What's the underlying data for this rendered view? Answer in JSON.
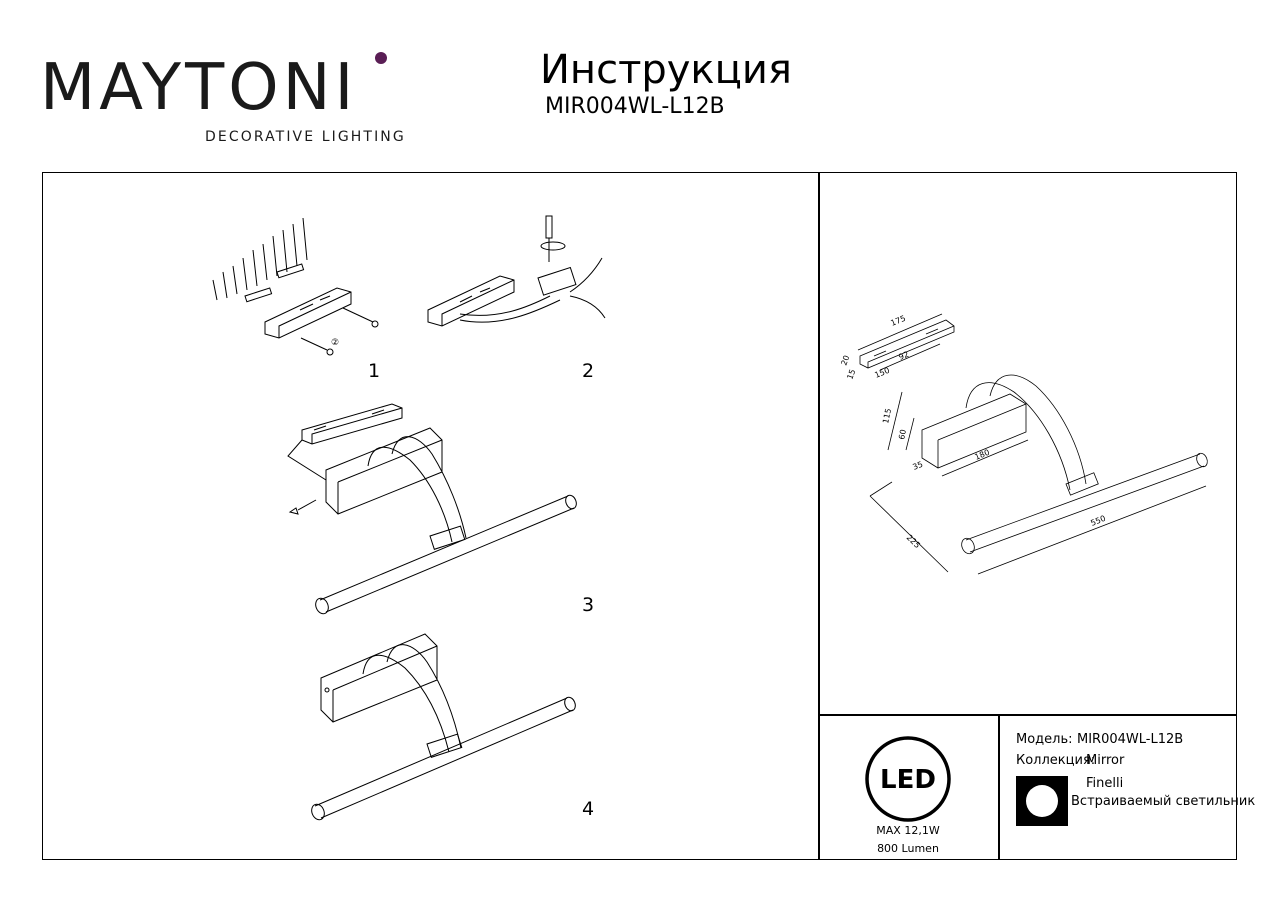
{
  "header": {
    "brand": "MAYTONI",
    "brand_sub": "DECORATIVE LIGHTING",
    "title": "Инструкция",
    "model": "MIR004WL-L12B"
  },
  "steps": [
    {
      "number": "1"
    },
    {
      "number": "2"
    },
    {
      "number": "3"
    },
    {
      "number": "4"
    }
  ],
  "step1_marks": [
    "②"
  ],
  "dimensions": {
    "bracket_length": "175",
    "bracket_slot": "92",
    "bracket_offset": "150",
    "bracket_height": "20",
    "bracket_depth": "15",
    "height": "115",
    "box_height": "60",
    "box_depth": "35",
    "box_length": "180",
    "projection": "225",
    "bar_length": "550"
  },
  "led_badge": {
    "icon_text": "LED",
    "power": "MAX 12,1W",
    "lumen": "800 Lumen"
  },
  "specs": {
    "model_label": "Модель:",
    "model_value": "MIR004WL-L12B",
    "collection_label": "Коллекция:",
    "collection_value": "Mirror",
    "brand_name": "Finelli",
    "type": "Встраиваемый светильник"
  },
  "colors": {
    "line": "#000000",
    "brand_accent": "#5a1e55"
  }
}
